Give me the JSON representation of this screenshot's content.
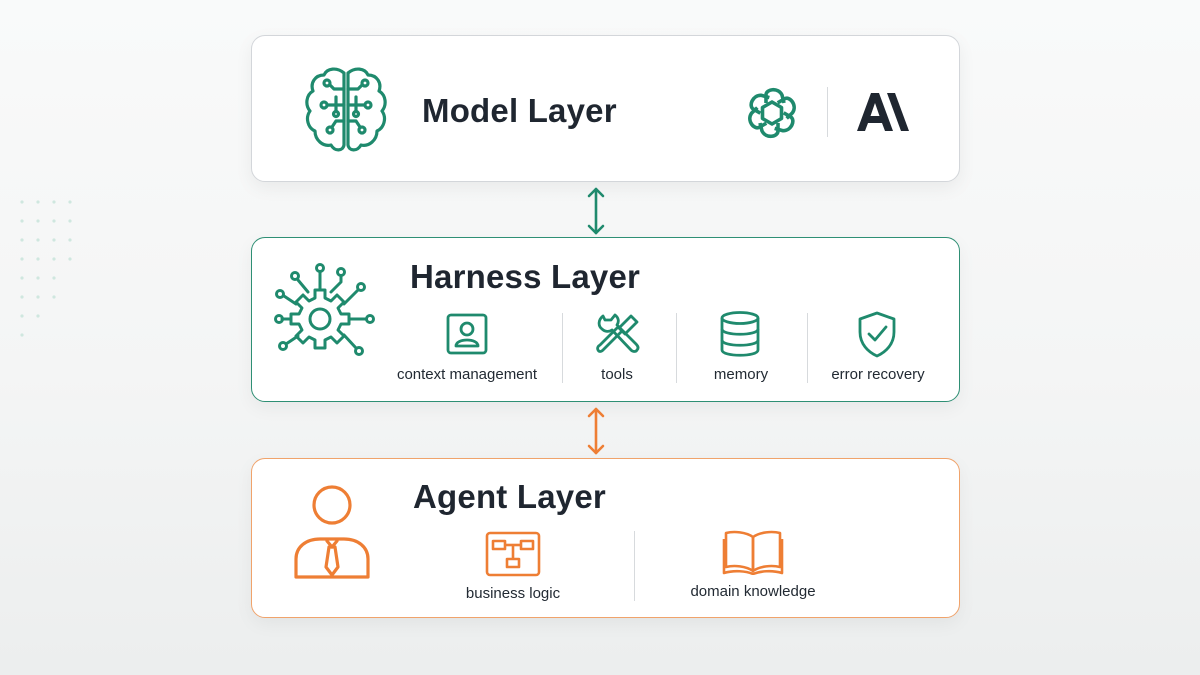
{
  "model_layer": {
    "title": "Model Layer",
    "icons": [
      "brain-icon",
      "openai-logo",
      "anthropic-logo"
    ]
  },
  "harness_layer": {
    "title": "Harness Layer",
    "items": [
      {
        "label": "context management",
        "icon": "contact-card-icon"
      },
      {
        "label": "tools",
        "icon": "wrench-screwdriver-icon"
      },
      {
        "label": "memory",
        "icon": "database-icon"
      },
      {
        "label": "error recovery",
        "icon": "shield-check-icon"
      }
    ]
  },
  "agent_layer": {
    "title": "Agent Layer",
    "items": [
      {
        "label": "business logic",
        "icon": "flowchart-icon"
      },
      {
        "label": "domain knowledge",
        "icon": "open-book-icon"
      }
    ]
  },
  "colors": {
    "green": "#1f8a6d",
    "orange": "#ee7e34",
    "dark_text": "#1f2630",
    "gray_border": "#d3d6da"
  }
}
